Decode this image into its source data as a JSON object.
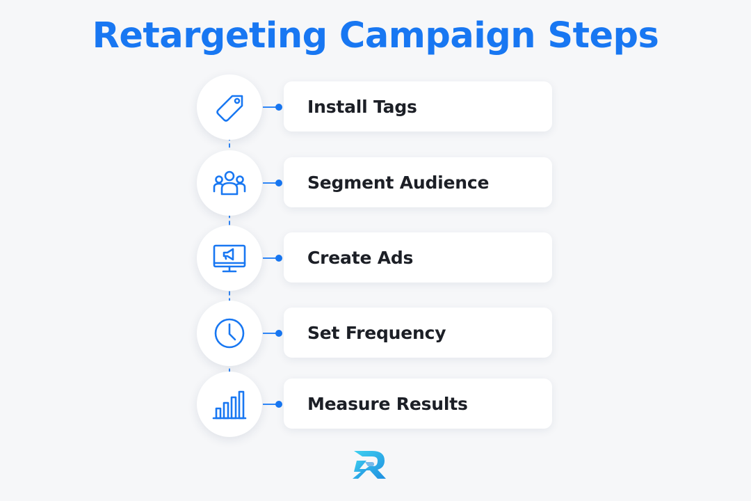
{
  "title": "Retargeting Campaign Steps",
  "colors": {
    "accent": "#1877f2",
    "background": "#f6f7f9",
    "card": "#ffffff",
    "text": "#1c1f26",
    "logo_cyan": "#2ec4e8"
  },
  "steps": [
    {
      "label": "Install Tags",
      "icon": "tag-icon"
    },
    {
      "label": "Segment Audience",
      "icon": "audience-icon"
    },
    {
      "label": "Create Ads",
      "icon": "monitor-megaphone-icon"
    },
    {
      "label": "Set Frequency",
      "icon": "clock-icon"
    },
    {
      "label": "Measure Results",
      "icon": "bar-chart-icon"
    }
  ],
  "logo": {
    "icon": "brand-logo-icon"
  }
}
